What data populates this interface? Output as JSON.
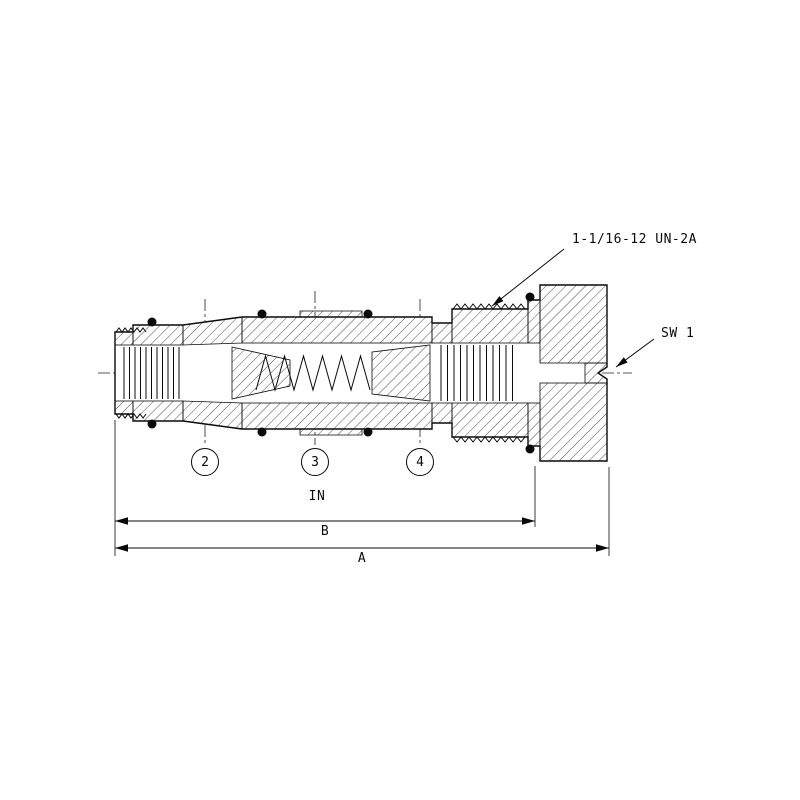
{
  "callouts": {
    "thread_spec": "1-1/16-12 UN-2A",
    "wrench_size": "SW 1"
  },
  "ports": [
    {
      "label": "2"
    },
    {
      "label": "3"
    },
    {
      "label": "4"
    }
  ],
  "labels": {
    "inlet": "IN"
  },
  "dims": {
    "b": "B",
    "a": "A"
  },
  "colors": {
    "line": "#0a0a0a",
    "background": "#ffffff"
  }
}
